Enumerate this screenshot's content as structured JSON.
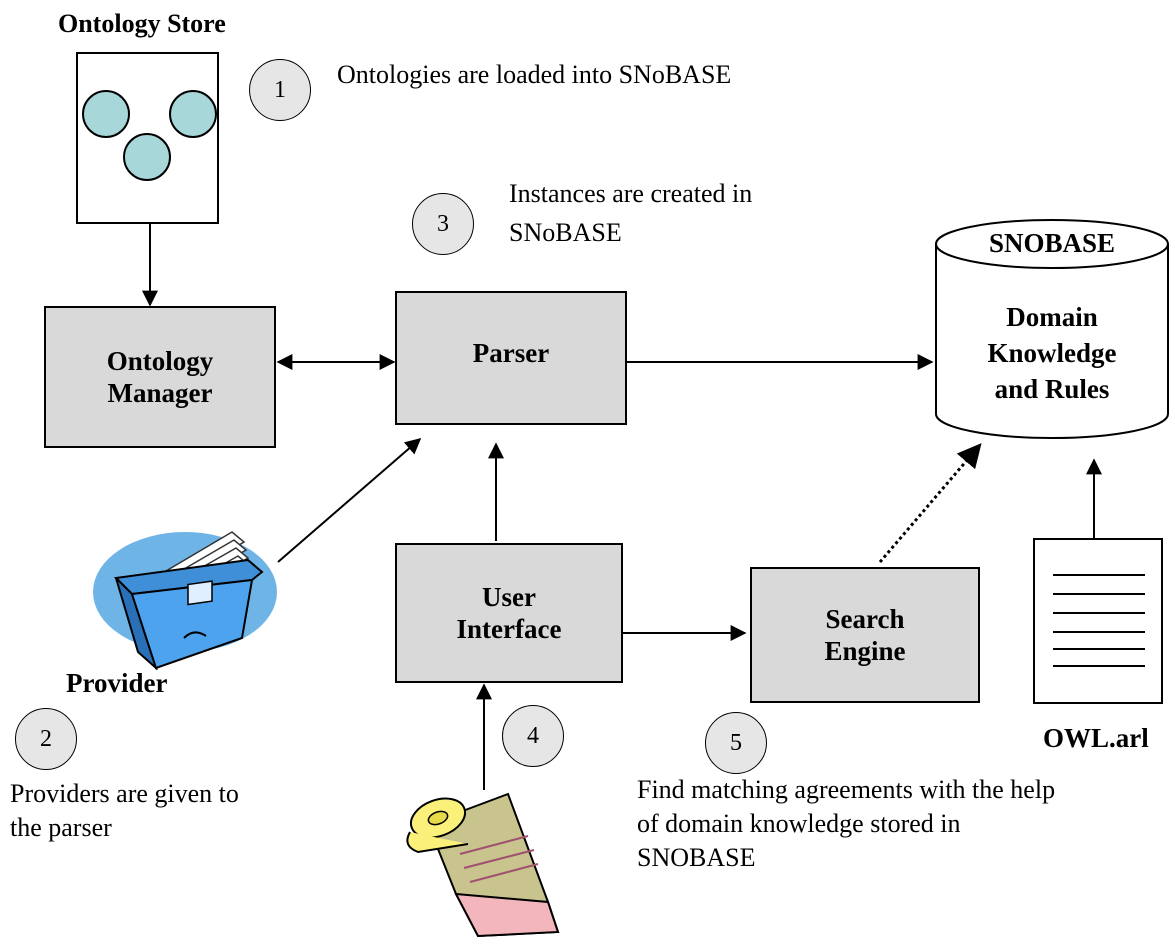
{
  "ontology_store": {
    "title": "Ontology Store"
  },
  "steps": {
    "s1": {
      "number": "1",
      "text": "Ontologies are loaded into SNoBASE"
    },
    "s2": {
      "number": "2",
      "text_lines": [
        "Providers are given to",
        "the  parser"
      ]
    },
    "s3": {
      "number": "3",
      "text_lines": [
        "Instances are  created in",
        "SNoBASE"
      ]
    },
    "s4": {
      "number": "4"
    },
    "s5": {
      "number": "5",
      "text_lines": [
        "Find matching agreements  with the help",
        "of domain  knowledge stored in",
        "SNOBASE"
      ]
    }
  },
  "components": {
    "ontology_manager": [
      "Ontology",
      "Manager"
    ],
    "parser": "Parser",
    "user_interface": [
      "User",
      "Interface"
    ],
    "search_engine": [
      "Search",
      "Engine"
    ]
  },
  "database": {
    "title": "SNOBASE",
    "body": [
      "Domain",
      "Knowledge",
      "and  Rules"
    ]
  },
  "provider": {
    "label": "Provider"
  },
  "owl_doc": {
    "label": "OWL.arl"
  }
}
